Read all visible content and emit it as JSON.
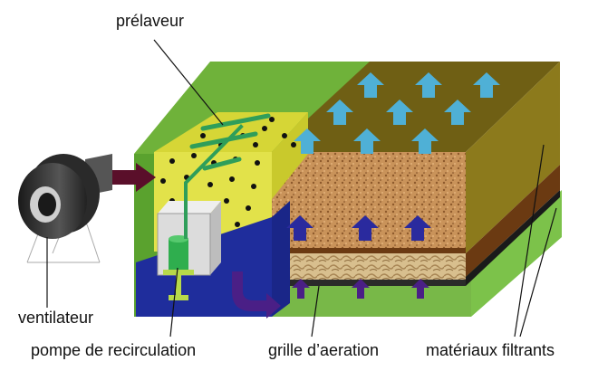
{
  "labels": {
    "prelaveur": "prélaveur",
    "ventilateur": "ventilateur",
    "pompe": "pompe de recirculation",
    "grille": "grille d’aeration",
    "materiaux": "matériaux filtrants"
  },
  "colors": {
    "outer_green": "#6fb23a",
    "front_green": "#5aa22e",
    "olive_top": "#6f5f14",
    "olive_right": "#8c7a1c",
    "brown_layer": "#6b3a12",
    "prelaveur_yellow": "#e2e24a",
    "water_blue": "#1f2d9c",
    "arrow_light_blue": "#4fb0d6",
    "arrow_dark_blue": "#2a2a9e",
    "arrow_purple": "#4a1f86",
    "inlet_arrow": "#5a0f2a",
    "pipe_green": "#2f9e5a"
  }
}
